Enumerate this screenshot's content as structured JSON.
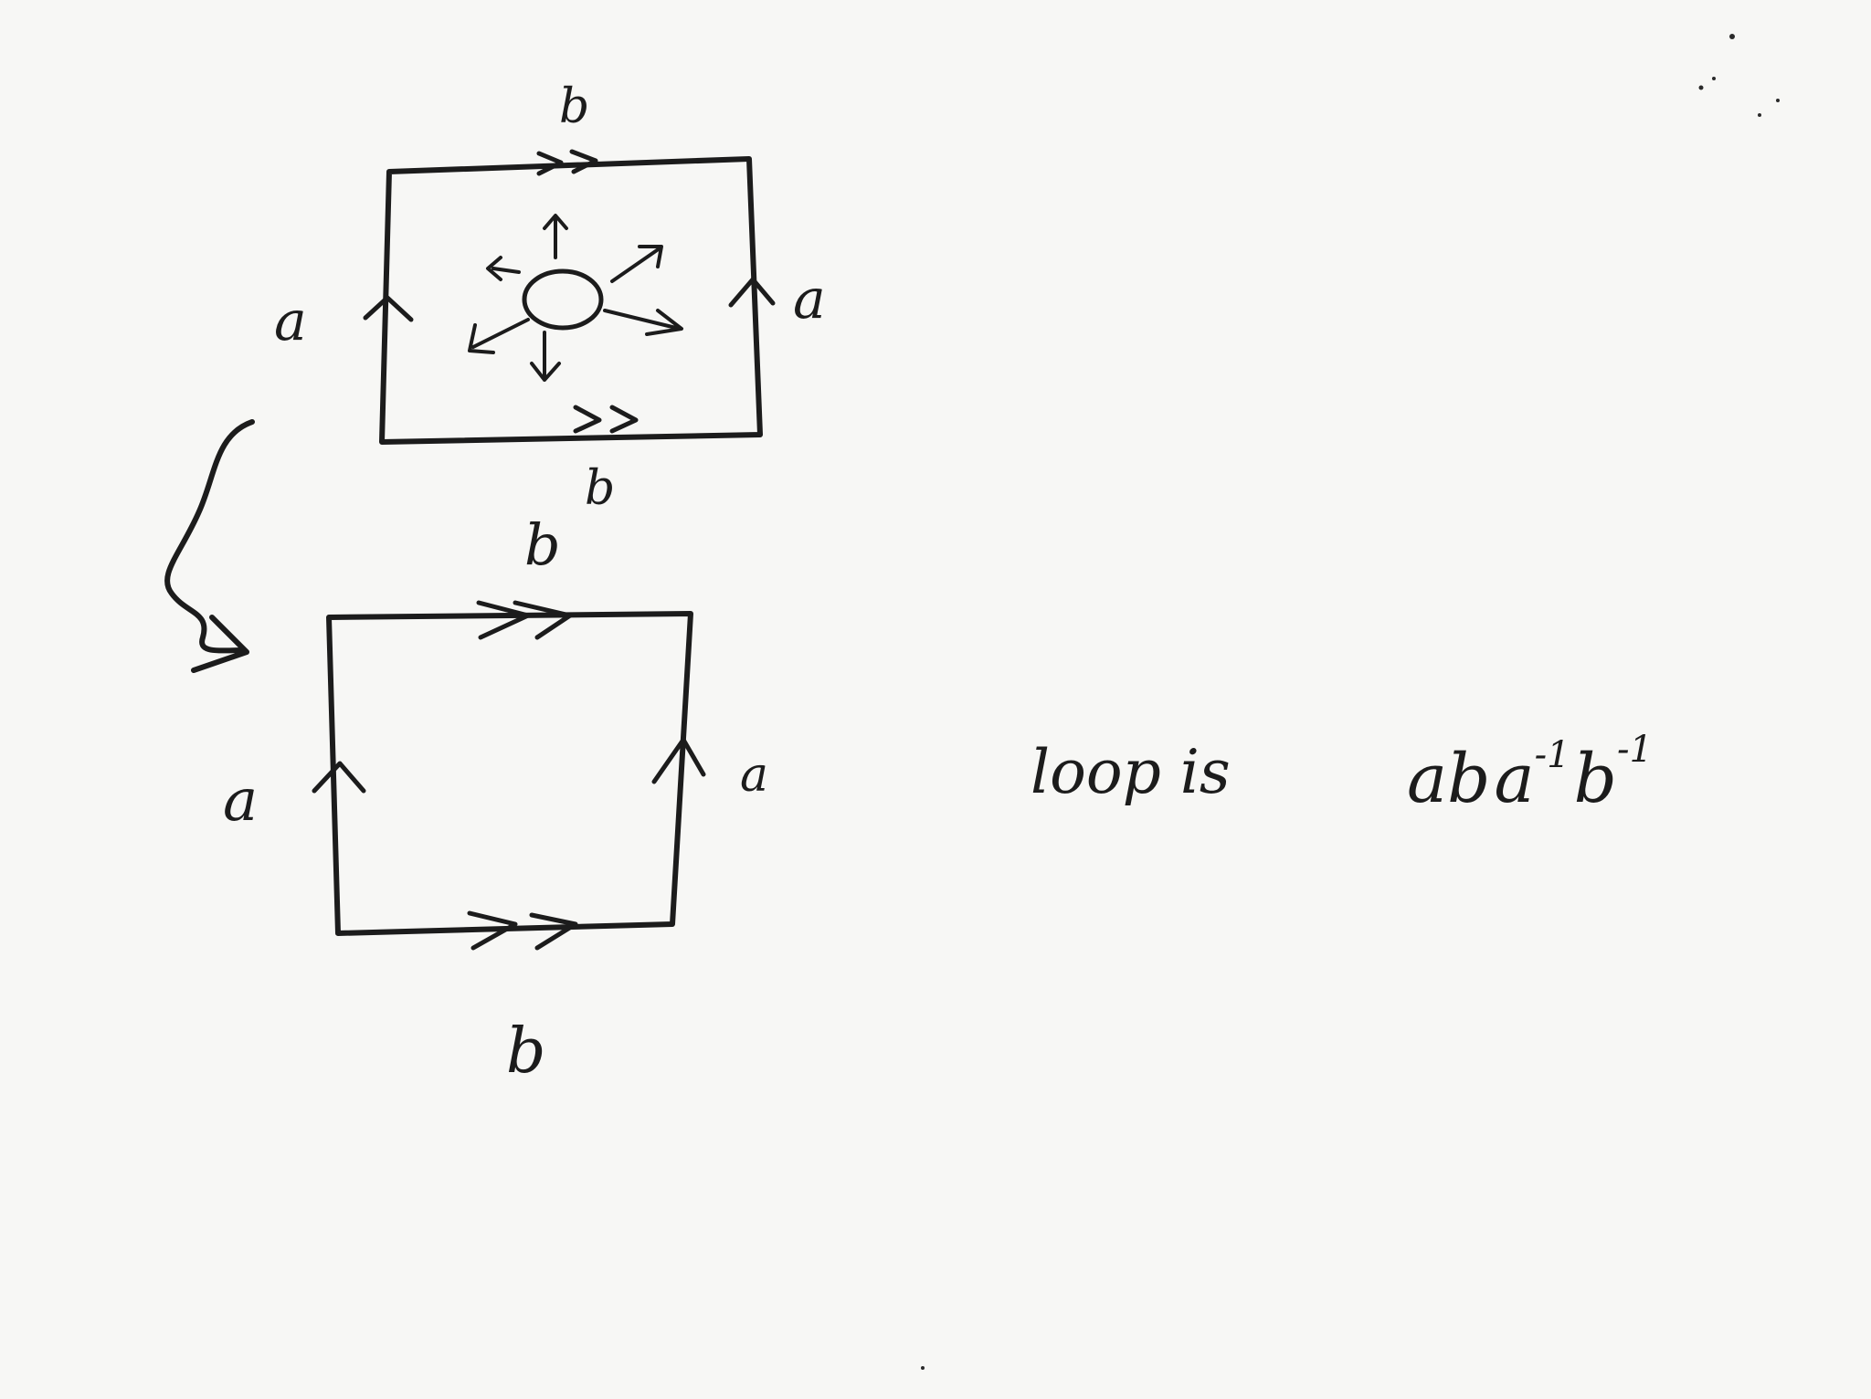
{
  "top_square": {
    "label_top": "b",
    "label_bottom": "b",
    "label_left": "a",
    "label_right": "a"
  },
  "bottom_square": {
    "label_top": "b",
    "label_bottom": "b",
    "label_left": "a",
    "label_right": "a"
  },
  "caption": {
    "prefix": "loop is",
    "word": "ab",
    "a_inv_base": "a",
    "a_inv_exp": "-1",
    "b_inv_base": "b",
    "b_inv_exp": "-1"
  },
  "colors": {
    "ink": "#1c1c1c",
    "paper": "#f7f7f5"
  }
}
